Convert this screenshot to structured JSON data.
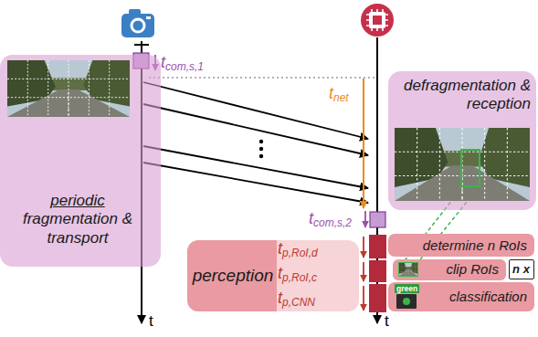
{
  "diagram": {
    "nodes": [
      {
        "text": [
          "periodic fragmentation & transport"
        ]
      },
      {
        "text": [
          "defragmentation & reception"
        ]
      },
      {
        "text": [
          "perception"
        ]
      },
      {
        "text": [
          "determine n RoIs"
        ]
      },
      {
        "text": [
          "clip RoIs"
        ]
      },
      {
        "text": [
          "n x"
        ]
      },
      {
        "text": [
          "classification"
        ]
      }
    ],
    "labels": [
      "tcom,s,1",
      "tnet",
      "tcom,s,2",
      "tp,RoI,d",
      "tp,RoI,c",
      "tp,CNN",
      "green",
      "t",
      "t"
    ]
  }
}
